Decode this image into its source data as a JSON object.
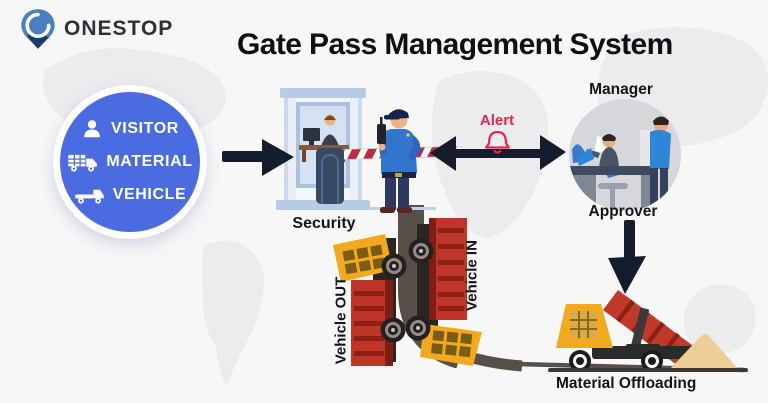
{
  "header": {
    "brand": "ONESTOP",
    "title": "Gate Pass Management System"
  },
  "entry_circle": {
    "items": [
      {
        "icon": "visitor-person-icon",
        "label": "VISITOR"
      },
      {
        "icon": "material-truck-icon",
        "label": "MATERIAL"
      },
      {
        "icon": "vehicle-truck-icon",
        "label": "VEHICLE"
      }
    ]
  },
  "labels": {
    "security": "Security",
    "alert": "Alert",
    "manager": "Manager",
    "approver": "Approver",
    "vehicle_out": "Vehicle OUT",
    "vehicle_in": "Vehicle IN",
    "material_offloading": "Material Offloading"
  },
  "colors": {
    "entry_circle_blue": "#4a6ce0",
    "alert_red": "#e82449",
    "arrow_navy": "#141c2e",
    "truck_red": "#bf3629",
    "truck_yellow": "#f2a91e",
    "road_gray": "#565049",
    "sand_tan": "#efcd97",
    "booth_blue": "#b7cbe7",
    "manager_circle_gray": "#d6d7da"
  }
}
